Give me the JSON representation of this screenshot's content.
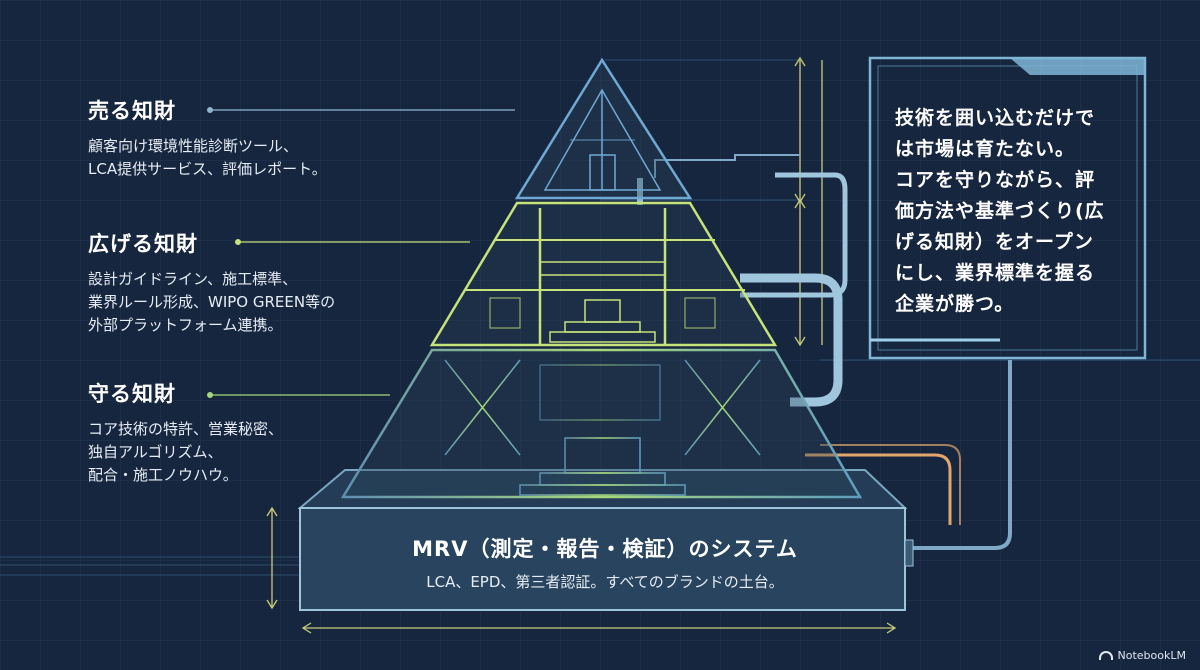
{
  "layers": {
    "sell": {
      "title": "売る知財",
      "body": "顧客向け環境性能診断ツール、\nLCA提供サービス、評価レポート。"
    },
    "spread": {
      "title": "広げる知財",
      "body": "設計ガイドライン、施工標準、\n業界ルール形成、WIPO GREEN等の\n外部プラットフォーム連携。"
    },
    "protect": {
      "title": "守る知財",
      "body": "コア技術の特許、営業秘密、\n独自アルゴリズム、\n配合・施工ノウハウ。"
    }
  },
  "foundation": {
    "title": "MRV（測定・報告・検証）のシステム",
    "subtitle": "LCA、EPD、第三者認証。すべてのブランドの土台。"
  },
  "callout": {
    "text": "技術を囲い込むだけで\nは市場は育たない。\nコアを守りながら、評\n価方法や基準づくり(広\nげる知財）をオープン\nにし、業界標準を握る\n企業が勝つ。"
  },
  "brand": {
    "label": "NotebookLM",
    "icon": "notebooklm-logo-icon"
  },
  "colors": {
    "background": "#17263f",
    "top_tier": "#6fa9d3",
    "middle_tier": "#c6e27a",
    "bottom_tier": "#8fc9a4",
    "base_fill": "#29445e"
  }
}
